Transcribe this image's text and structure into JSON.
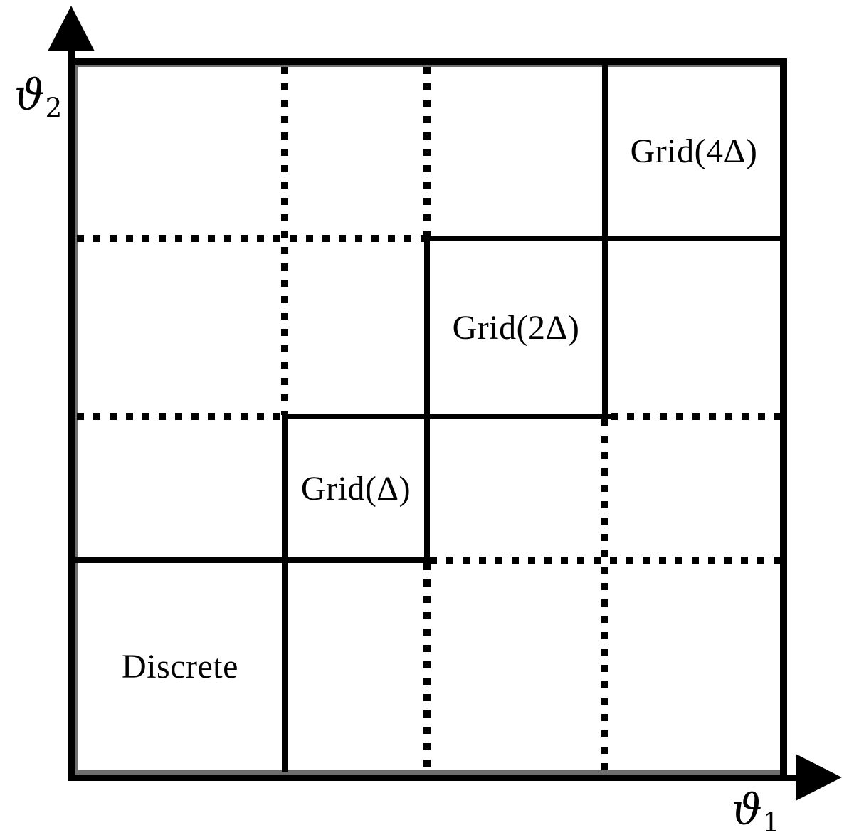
{
  "figure": {
    "colors": {
      "ink": "#000000",
      "edge": "#6e6e6e",
      "background": "#ffffff"
    },
    "x_axis": {
      "symbol": "ϑ",
      "subscript": "1"
    },
    "y_axis": {
      "symbol": "ϑ",
      "subscript": "2"
    },
    "regions": [
      {
        "name": "grid-4-delta",
        "label": "Grid(4Δ)"
      },
      {
        "name": "grid-2-delta",
        "label": "Grid(2Δ)"
      },
      {
        "name": "grid-delta",
        "label": "Grid(Δ)"
      },
      {
        "name": "discrete",
        "label": "Discrete"
      }
    ]
  }
}
